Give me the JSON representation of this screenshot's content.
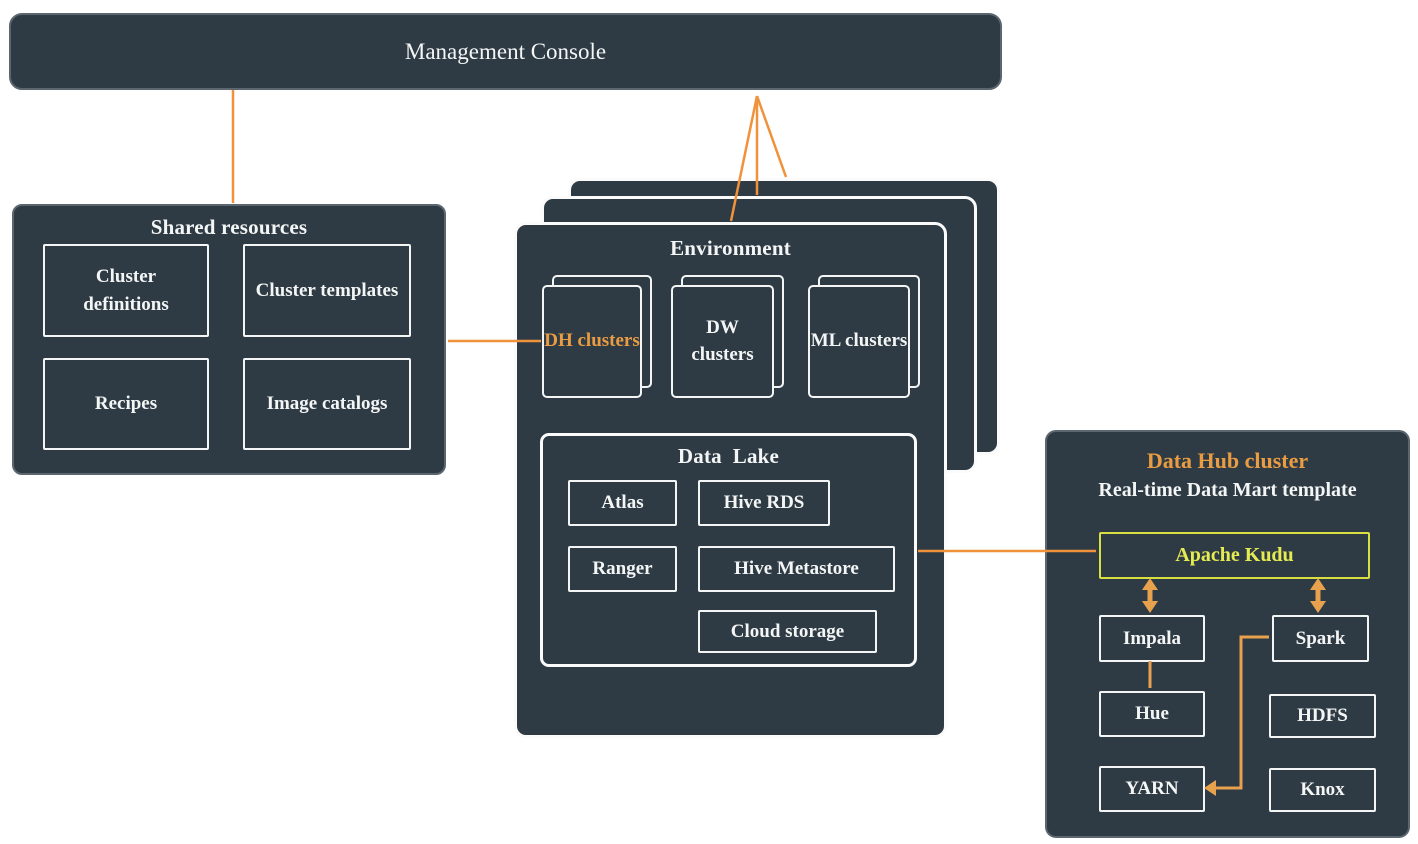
{
  "colors": {
    "node_fill": "#2e3b44",
    "node_border": "#5c666e",
    "white_text": "#f4f6f6",
    "orange_text": "#ea9c43",
    "line_orange": "#f0923a",
    "arrow_orange": "#e8a24e",
    "kudu_text": "#e5ec51",
    "kudu_border": "#d8e041"
  },
  "management_console": {
    "title": "Management Console"
  },
  "shared_resources": {
    "title": "Shared resources",
    "items": [
      "Cluster definitions",
      "Cluster templates",
      "Recipes",
      "Image catalogs"
    ]
  },
  "environment": {
    "title": "Environment",
    "clusters": [
      {
        "label": "DH clusters",
        "highlighted": true
      },
      {
        "label": "DW clusters",
        "highlighted": false
      },
      {
        "label": "ML clusters",
        "highlighted": false
      }
    ],
    "data_lake": {
      "title": "Data  Lake",
      "items": [
        "Atlas",
        "Hive RDS",
        "Ranger",
        "Hive Metastore",
        "Cloud storage"
      ]
    }
  },
  "data_hub": {
    "title": "Data Hub cluster",
    "subtitle": "Real-time Data Mart template",
    "kudu_label": "Apache Kudu",
    "services": [
      "Impala",
      "Spark",
      "Hue",
      "HDFS",
      "YARN",
      "Knox"
    ]
  }
}
